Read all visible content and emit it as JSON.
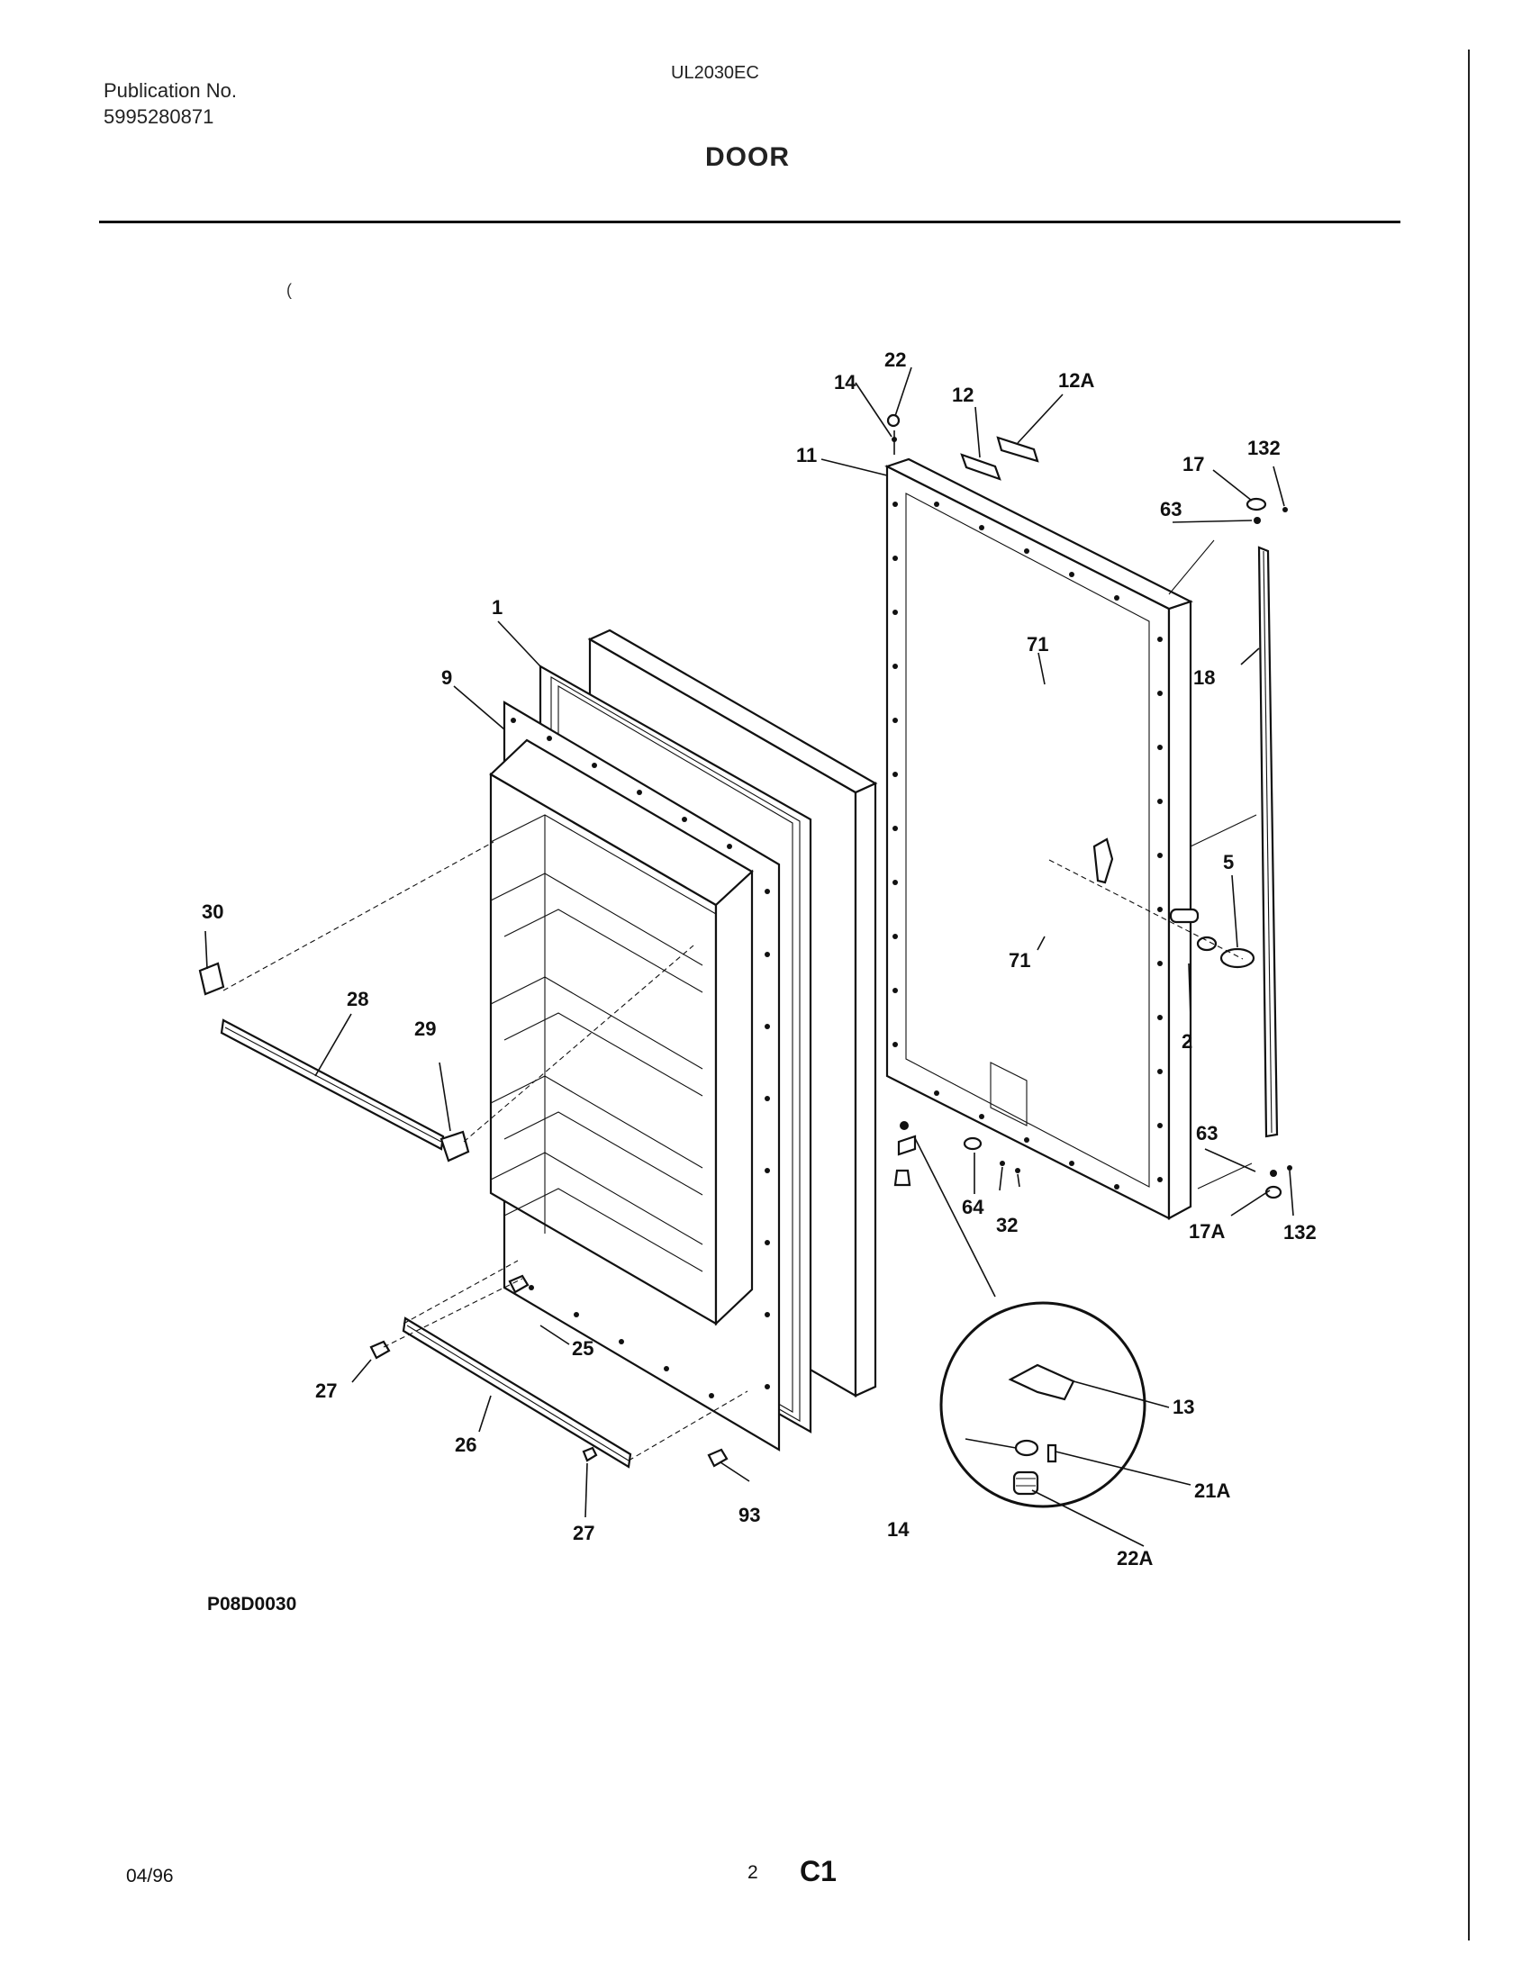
{
  "header": {
    "publication_label": "Publication No.",
    "publication_number": "5995280871",
    "model": "UL2030EC",
    "title": "DOOR"
  },
  "stray_mark": "(",
  "drawing_code": "P08D0030",
  "footer": {
    "date": "04/96",
    "page_number": "2",
    "section_code": "C1"
  },
  "callouts": {
    "c1": "1",
    "c2": "2",
    "c5": "5",
    "c9": "9",
    "c11": "11",
    "c12": "12",
    "c12a": "12A",
    "c13": "13",
    "c14_top": "14",
    "c14_det": "14",
    "c17": "17",
    "c17a": "17A",
    "c18": "18",
    "c21a": "21A",
    "c22_top": "22",
    "c22a": "22A",
    "c25": "25",
    "c26": "26",
    "c27_left": "27",
    "c27_bot": "27",
    "c28": "28",
    "c29": "29",
    "c30": "30",
    "c32": "32",
    "c63_top": "63",
    "c63_bot": "63",
    "c64": "64",
    "c71_top": "71",
    "c71_mid": "71",
    "c93": "93",
    "c132_top": "132",
    "c132_bot": "132"
  }
}
